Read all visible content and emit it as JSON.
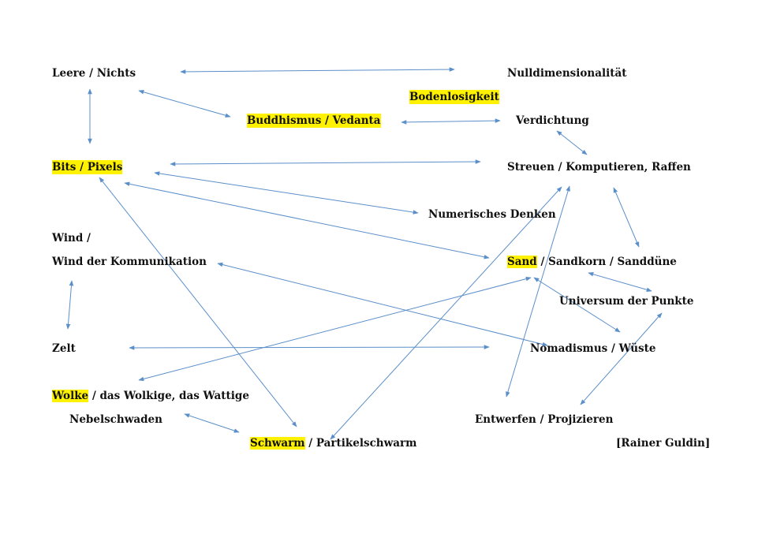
{
  "nodes": {
    "leere": {
      "text": "Leere / Nichts"
    },
    "nulldim": {
      "text": "Nulldimensionalität"
    },
    "bodenlos": {
      "text": "Bodenlosigkeit",
      "highlight": true
    },
    "buddhismus": {
      "text": "Buddhismus  / Vedanta",
      "highlight": true
    },
    "verdichtung": {
      "text": "Verdichtung"
    },
    "bits": {
      "text": "Bits / Pixels",
      "highlight": true
    },
    "streuen": {
      "text": "Streuen / Komputieren, Raffen"
    },
    "numerisch": {
      "text": "Numerisches Denken"
    },
    "wind1": {
      "text": "Wind /"
    },
    "wind2": {
      "text": "Wind der Kommunikation"
    },
    "sand_hl": {
      "text": "Sand",
      "highlight": true
    },
    "sand_rest": {
      "text": " / Sandkorn / Sanddüne"
    },
    "universum": {
      "text": "Universum der Punkte"
    },
    "zelt": {
      "text": "Zelt"
    },
    "nomadismus": {
      "text": "Nomadismus / Wüste"
    },
    "wolke_hl": {
      "text": "Wolke",
      "highlight": true
    },
    "wolke_rest": {
      "text": " / das Wolkige, das Wattige"
    },
    "nebel": {
      "text": "Nebelschwaden"
    },
    "entwerfen": {
      "text": "Entwerfen / Projizieren"
    },
    "schwarm_hl": {
      "text": "Schwarm",
      "highlight": true
    },
    "schwarm_rest": {
      "text": " / Partikelschwarm"
    },
    "credit": {
      "text": "[Rainer Guldin]"
    }
  },
  "colors": {
    "arrow": "#5b8fc9",
    "highlight": "#fff200",
    "text": "#111111"
  },
  "links": [
    [
      "leere",
      "nulldim"
    ],
    [
      "leere",
      "buddhismus"
    ],
    [
      "leere",
      "bits"
    ],
    [
      "buddhismus",
      "verdichtung"
    ],
    [
      "verdichtung",
      "streuen"
    ],
    [
      "bits",
      "streuen"
    ],
    [
      "bits",
      "numerisch"
    ],
    [
      "bits",
      "sand"
    ],
    [
      "bits",
      "schwarm"
    ],
    [
      "streuen",
      "sand"
    ],
    [
      "streuen",
      "schwarm"
    ],
    [
      "streuen",
      "entwerfen"
    ],
    [
      "wind",
      "nomadismus"
    ],
    [
      "wind",
      "zelt"
    ],
    [
      "sand",
      "wolke"
    ],
    [
      "sand",
      "universum"
    ],
    [
      "sand",
      "nomadismus"
    ],
    [
      "universum",
      "entwerfen"
    ],
    [
      "zelt",
      "nomadismus"
    ],
    [
      "nebel",
      "schwarm"
    ]
  ]
}
